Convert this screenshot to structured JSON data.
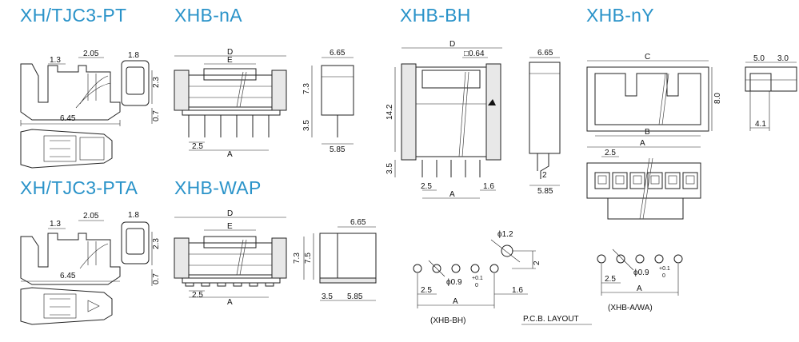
{
  "titles": {
    "pt": "XH/TJC3-PT",
    "na": "XHB-nA",
    "bh": "XHB-BH",
    "ny": "XHB-nY",
    "pta": "XH/TJC3-PTA",
    "wap": "XHB-WAP"
  },
  "pt": {
    "d1": "1.3",
    "d2": "2.05",
    "d3": "1.8",
    "d4": "2.3",
    "d5": "0.7",
    "d6": "6.45"
  },
  "pta": {
    "d1": "1.3",
    "d2": "2.05",
    "d3": "1.8",
    "d4": "2.3",
    "d5": "0.7",
    "d6": "6.45"
  },
  "na": {
    "D": "D",
    "E": "E",
    "A": "A",
    "pitch": "2.5",
    "side_w": "6.65",
    "h1": "7.3",
    "h2": "3.5",
    "base": "5.85"
  },
  "wap": {
    "D": "D",
    "E": "E",
    "A": "A",
    "pitch": "2.5",
    "side_w": "6.65",
    "h1": "7.3",
    "h2": "7.5",
    "b1": "3.5",
    "b2": "5.85"
  },
  "bh": {
    "D": "D",
    "sq": "□0.64",
    "A": "A",
    "pitch": "2.5",
    "h1": "14.2",
    "h2": "3.5",
    "t": "1.6",
    "side_w": "6.65",
    "s2": "2",
    "s3": "5.85"
  },
  "ny": {
    "C": "C",
    "B": "B",
    "A": "A",
    "h": "8.0",
    "pitch": "2.5",
    "r1": "5.0",
    "r2": "3.0",
    "r3": "4.1"
  },
  "pcb_bh": {
    "phi": "ϕ1.2",
    "hole": "ϕ0.9",
    "tol_up": "+0.1",
    "tol_dn": "0",
    "two": "2",
    "pitch": "2.5",
    "edge": "1.6",
    "A": "A",
    "caption": "(XHB-BH)"
  },
  "pcb_title": "P.C.B. LAYOUT",
  "pcb_a": {
    "hole": "ϕ0.9",
    "tol_up": "+0.1",
    "tol_dn": "0",
    "pitch": "2.5",
    "A": "A",
    "caption": "(XHB-A/WA)"
  }
}
